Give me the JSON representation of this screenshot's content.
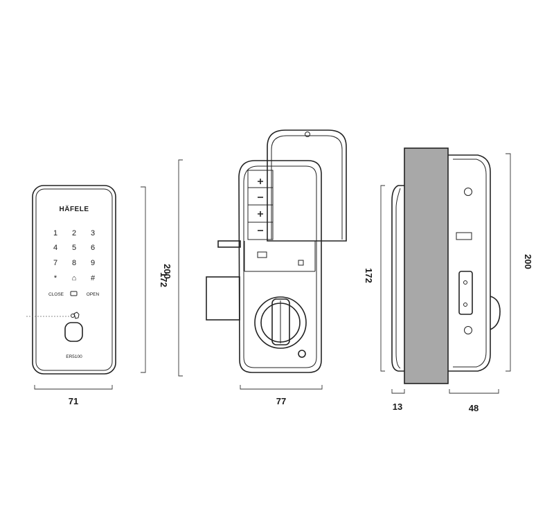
{
  "front_view": {
    "brand": "HÄFELE",
    "keypad_rows": [
      [
        "1",
        "2",
        "3"
      ],
      [
        "4",
        "5",
        "6"
      ],
      [
        "7",
        "8",
        "9"
      ],
      [
        "*",
        "⌂",
        "#"
      ]
    ],
    "close_label": "CLOSE",
    "open_label": "OPEN",
    "model": "ER5100",
    "width_dim": "71",
    "height_total_dim": "200",
    "height_body_dim": "172"
  },
  "back_view": {
    "width_dim": "77"
  },
  "side_view": {
    "door_thickness_dim": "13",
    "depth_dim": "48",
    "height_body_dim": "172",
    "height_total_dim": "200"
  }
}
